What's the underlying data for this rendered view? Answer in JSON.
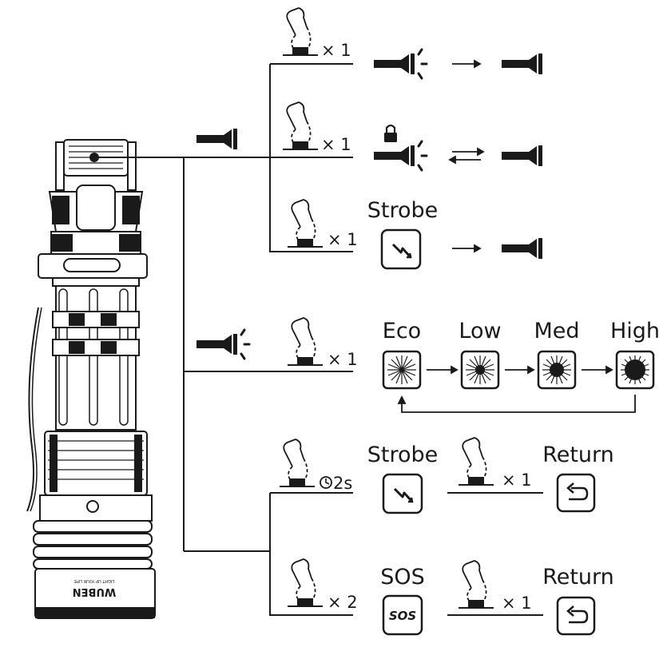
{
  "brand": {
    "logo": "WUBEN",
    "tagline": "LIGHT UP YOUR LIFE"
  },
  "labels": {
    "strobe": "Strobe",
    "eco": "Eco",
    "low": "Low",
    "med": "Med",
    "high": "High",
    "return": "Return",
    "sos": "SOS"
  },
  "counts": {
    "x1": "× 1",
    "x2": "× 2",
    "hold": "2s"
  },
  "icons": {
    "sos_box_text": "SOS"
  },
  "colors": {
    "ink": "#1a1a1a",
    "background": "#ffffff"
  }
}
